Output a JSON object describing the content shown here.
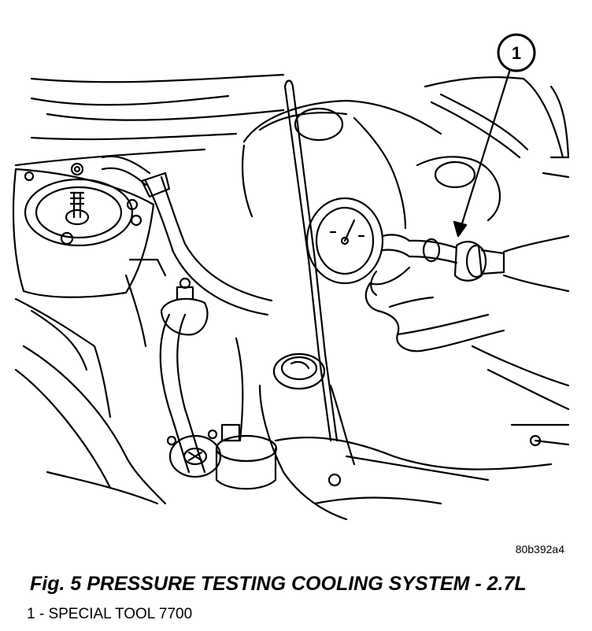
{
  "figure": {
    "callout_number": "1",
    "reference_code": "80b392a4",
    "caption": "Fig. 5 PRESSURE TESTING COOLING SYSTEM - 2.7L",
    "legend": [
      "1 - SPECIAL TOOL 7700"
    ]
  }
}
